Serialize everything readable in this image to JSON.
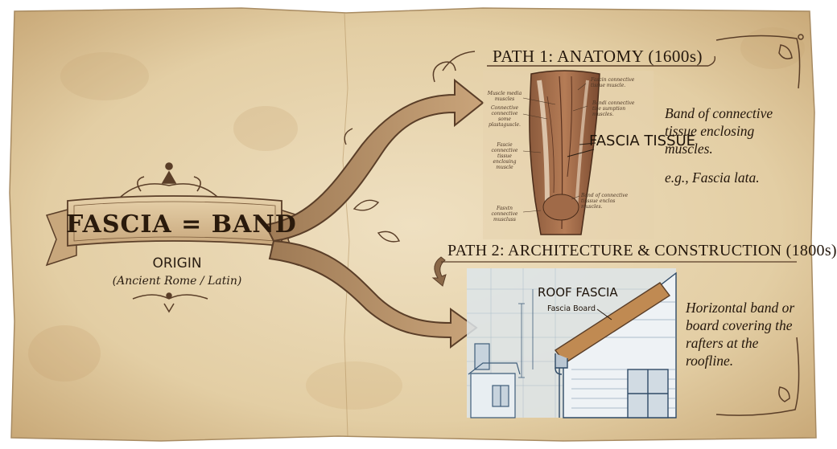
{
  "title": {
    "fascia": "FASCIA",
    "equals": "=",
    "band": "BAND",
    "full": "FASCIA = BAND"
  },
  "origin": {
    "label": "ORIGIN",
    "detail": "(Ancient Rome / Latin)"
  },
  "path1": {
    "heading": "PATH 1: ANATOMY  (1600s)",
    "description": "Band of connective tissue enclosing muscles.",
    "example": "e.g., Fascia lata.",
    "illustration_label": "FASCIA TISSUE",
    "annotations": [
      "Muscle media muscles",
      "Connective connective some plastaguscle.",
      "Fascie connective tissue enclosing muscle",
      "Fasxtn connective muscluss",
      "Fascin connective tissue muscle.",
      "Bandi connective tise sumption muscles.",
      "Band of connective tisssue enclos muscles."
    ]
  },
  "path2": {
    "heading": "PATH 2: ARCHITECTURE & CONSTRUCTION (1800s)",
    "description": "Horizontal band or board covering the rafters at the roofline.",
    "illustration_label": "ROOF FASCIA",
    "board_label": "Fascia Board"
  },
  "colors": {
    "parchment": "#e8d6b3",
    "parchment_dark": "#c9a978",
    "ink": "#2a1d12",
    "arrow_fill": "#b8916a",
    "arrow_stroke": "#5a3e28",
    "blueprint": "#dbe4ea",
    "blueprint_line": "#3f5d7a"
  }
}
